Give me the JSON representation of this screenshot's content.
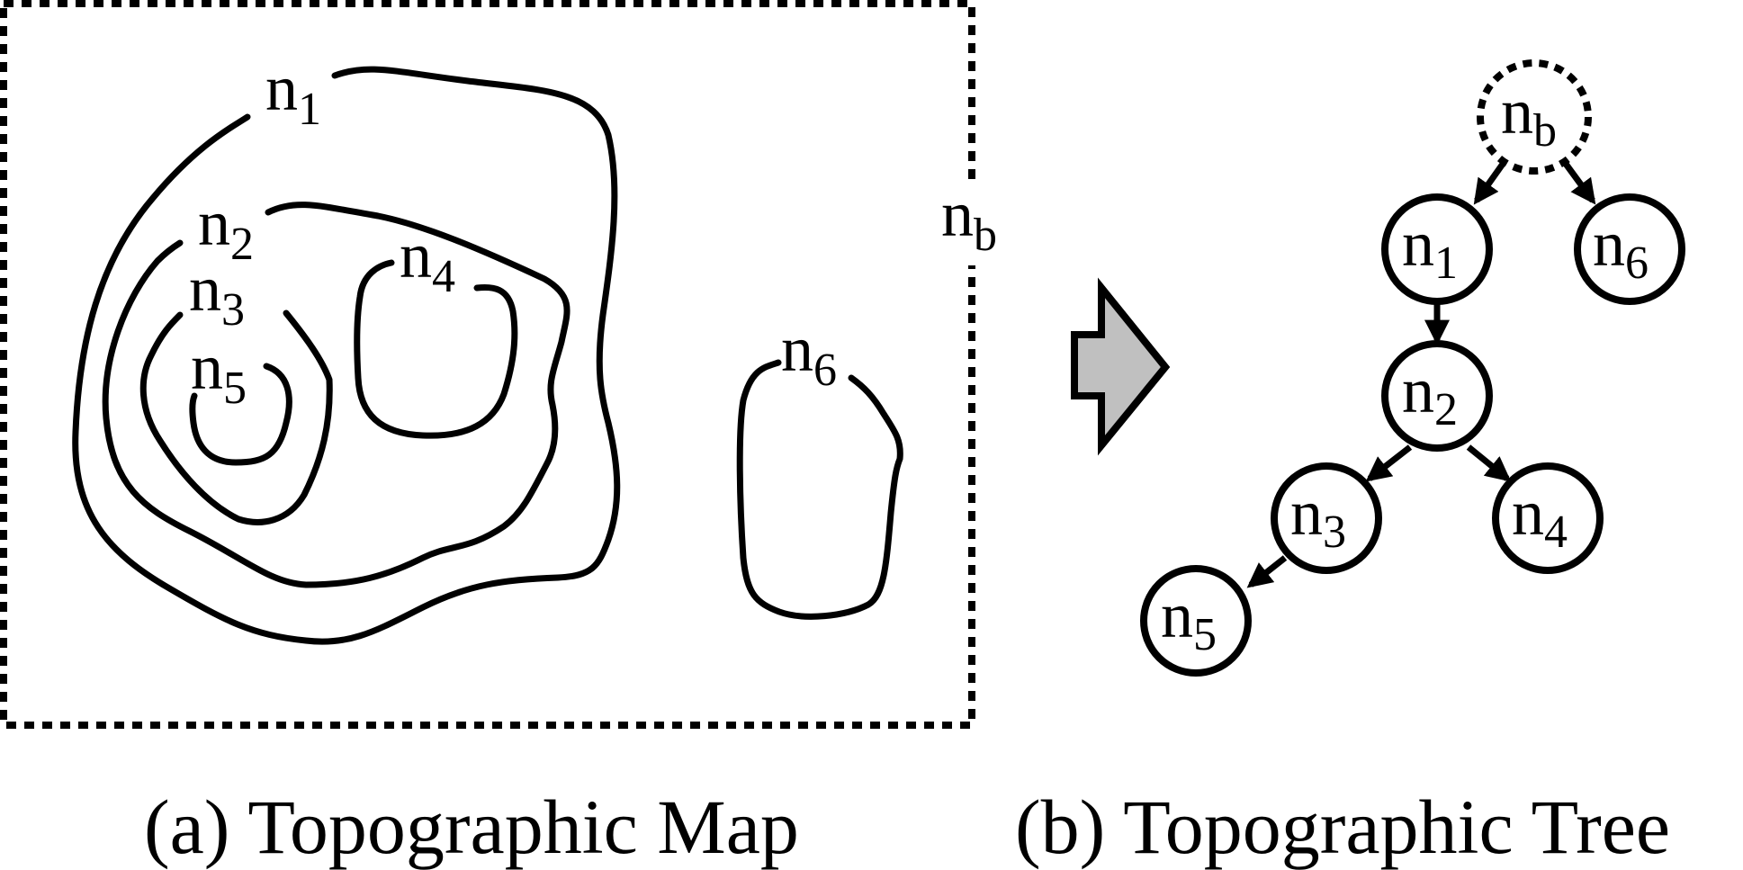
{
  "map": {
    "contour_labels": [
      {
        "id": "n1",
        "main": "n",
        "sub": "1"
      },
      {
        "id": "n2",
        "main": "n",
        "sub": "2"
      },
      {
        "id": "n3",
        "main": "n",
        "sub": "3"
      },
      {
        "id": "n4",
        "main": "n",
        "sub": "4"
      },
      {
        "id": "n5",
        "main": "n",
        "sub": "5"
      },
      {
        "id": "n6",
        "main": "n",
        "sub": "6"
      }
    ],
    "boundary_label": {
      "main": "n",
      "sub": "b"
    }
  },
  "tree": {
    "nodes": [
      {
        "id": "nb",
        "main": "n",
        "sub": "b",
        "dashed": true
      },
      {
        "id": "n1",
        "main": "n",
        "sub": "1"
      },
      {
        "id": "n6",
        "main": "n",
        "sub": "6"
      },
      {
        "id": "n2",
        "main": "n",
        "sub": "2"
      },
      {
        "id": "n3",
        "main": "n",
        "sub": "3"
      },
      {
        "id": "n4",
        "main": "n",
        "sub": "4"
      },
      {
        "id": "n5",
        "main": "n",
        "sub": "5"
      }
    ],
    "edges": [
      [
        "nb",
        "n1"
      ],
      [
        "nb",
        "n6"
      ],
      [
        "n1",
        "n2"
      ],
      [
        "n2",
        "n3"
      ],
      [
        "n2",
        "n4"
      ],
      [
        "n3",
        "n5"
      ]
    ]
  },
  "captions": {
    "a": "(a) Topographic Map",
    "b": "(b) Topographic Tree"
  },
  "colors": {
    "stroke": "#000000",
    "arrow_fill": "#c0c0c0",
    "background": "#ffffff"
  }
}
